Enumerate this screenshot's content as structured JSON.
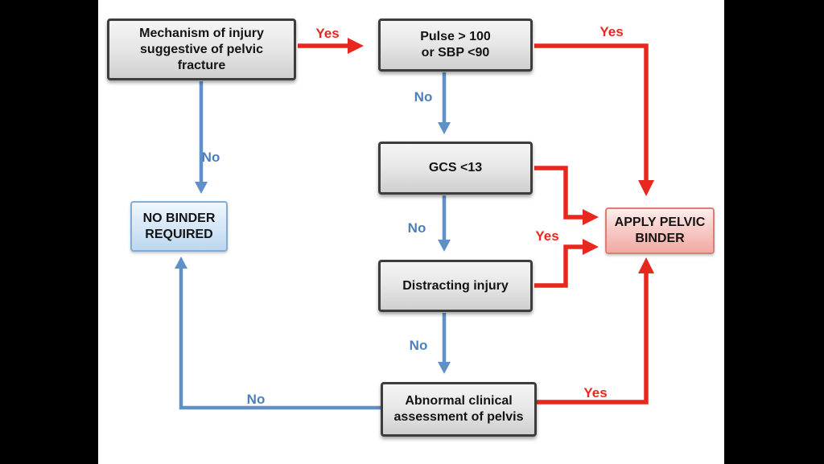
{
  "diagram": {
    "type": "flowchart",
    "background_color": "#000000",
    "canvas_color": "#ffffff",
    "colors": {
      "yes": "#e8281e",
      "no_line": "#6090c8",
      "no_label": "#4d80ba",
      "decision_node_border": "#3d3d3d",
      "decision_node_fill": "#e0e0e0",
      "no_binder_fill": "#bcd7ef",
      "no_binder_border": "#84abd3",
      "apply_binder_fill": "#f2a8a3",
      "apply_binder_border": "#dd7e76"
    },
    "nodes": {
      "mechanism": {
        "lines": [
          "Mechanism of injury",
          "suggestive of pelvic",
          "fracture"
        ]
      },
      "pulse": {
        "lines": [
          "Pulse > 100",
          "or SBP <90"
        ]
      },
      "gcs": {
        "lines": [
          "GCS <13"
        ]
      },
      "distracting": {
        "lines": [
          "Distracting injury"
        ]
      },
      "abnormal": {
        "lines": [
          "Abnormal clinical",
          "assessment of pelvis"
        ]
      },
      "no_binder": {
        "lines": [
          "NO BINDER",
          "REQUIRED"
        ]
      },
      "apply_binder": {
        "lines": [
          "APPLY PELVIC",
          "BINDER"
        ]
      }
    },
    "edges": [
      {
        "from": "mechanism",
        "to": "pulse",
        "label": "Yes"
      },
      {
        "from": "mechanism",
        "to": "no_binder",
        "label": "No"
      },
      {
        "from": "pulse",
        "to": "apply_binder",
        "label": "Yes"
      },
      {
        "from": "pulse",
        "to": "gcs",
        "label": "No"
      },
      {
        "from": "gcs",
        "to": "apply_binder",
        "label": "Yes"
      },
      {
        "from": "gcs",
        "to": "distracting",
        "label": "No"
      },
      {
        "from": "distracting",
        "to": "apply_binder",
        "label": "Yes"
      },
      {
        "from": "distracting",
        "to": "abnormal",
        "label": "No"
      },
      {
        "from": "abnormal",
        "to": "apply_binder",
        "label": "Yes"
      },
      {
        "from": "abnormal",
        "to": "no_binder",
        "label": "No"
      }
    ]
  }
}
